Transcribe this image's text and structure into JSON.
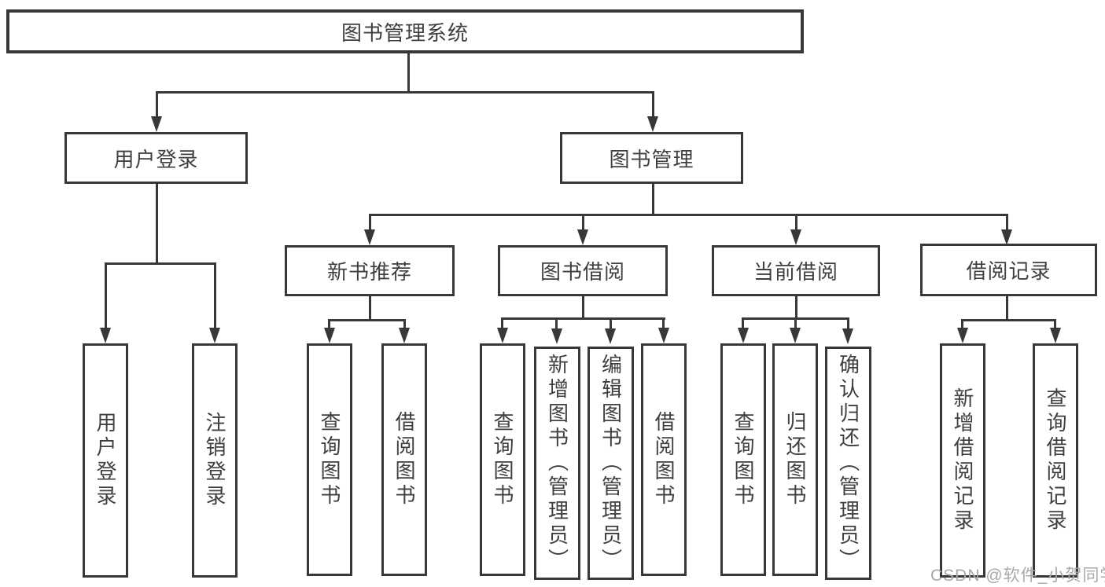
{
  "diagram_title": "图书管理系统",
  "tree": {
    "label": "图书管理系统",
    "children": [
      {
        "label": "用户登录",
        "children": [
          {
            "label": "用户登录"
          },
          {
            "label": "注销登录"
          }
        ]
      },
      {
        "label": "图书管理",
        "children": [
          {
            "label": "新书推荐",
            "children": [
              {
                "label": "查询图书"
              },
              {
                "label": "借阅图书"
              }
            ]
          },
          {
            "label": "图书借阅",
            "children": [
              {
                "label": "查询图书"
              },
              {
                "label": "新增图书（管理员）"
              },
              {
                "label": "编辑图书（管理员）"
              },
              {
                "label": "借阅图书"
              }
            ]
          },
          {
            "label": "当前借阅",
            "children": [
              {
                "label": "查询图书"
              },
              {
                "label": "归还图书"
              },
              {
                "label": "确认归还（管理员）"
              }
            ]
          },
          {
            "label": "借阅记录",
            "children": [
              {
                "label": "新增借阅记录"
              },
              {
                "label": "查询借阅记录"
              }
            ]
          }
        ]
      }
    ]
  },
  "watermark": "CSDN @软件_小贺同学",
  "colors": {
    "line": "#383838",
    "text": "#3f3f3f",
    "watermark": "#a9a9a9",
    "background": "#ffffff"
  }
}
